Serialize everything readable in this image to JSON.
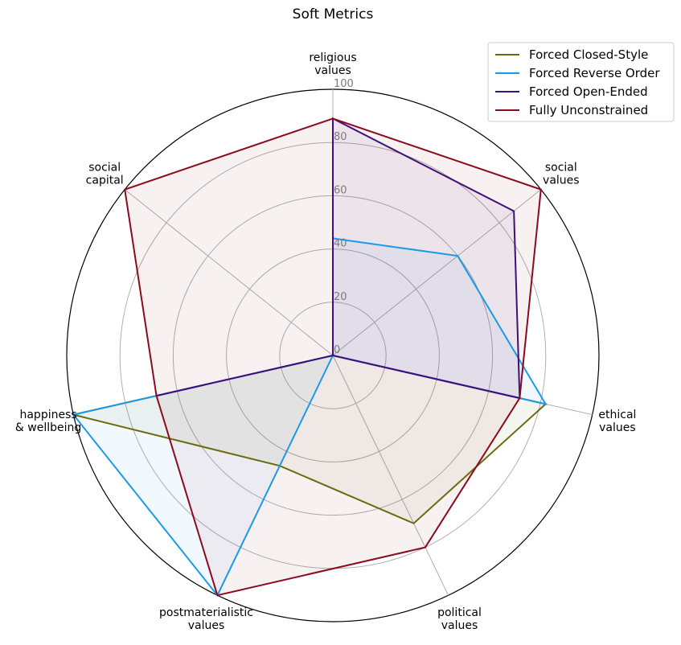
{
  "chart_data": {
    "type": "radar",
    "title": "Soft Metrics",
    "axes": [
      [
        "religious",
        "values"
      ],
      [
        "social",
        "values"
      ],
      [
        "ethical",
        "values"
      ],
      [
        "political",
        "values"
      ],
      [
        "postmaterialistic",
        "values"
      ],
      [
        "happiness",
        "& wellbeing"
      ],
      [
        "social",
        "capital"
      ]
    ],
    "rlim": [
      0,
      100
    ],
    "ticks": [
      0,
      20,
      40,
      60,
      80,
      100
    ],
    "grid": true,
    "legend_position": "top-right",
    "series": [
      {
        "name": "Forced Closed-Style",
        "color": "#6b6b0e",
        "values": [
          0,
          0,
          82,
          70,
          46,
          100,
          0
        ]
      },
      {
        "name": "Forced Reverse Order",
        "color": "#1a9ae6",
        "values": [
          44,
          60,
          82,
          0,
          100,
          100,
          0
        ]
      },
      {
        "name": "Forced Open-Ended",
        "color": "#3f0f7f",
        "values": [
          89,
          87,
          72,
          0,
          0,
          68,
          0
        ]
      },
      {
        "name": "Fully Unconstrained",
        "color": "#8b0a1e",
        "values": [
          89,
          100,
          72,
          80,
          100,
          68,
          100
        ]
      }
    ]
  }
}
